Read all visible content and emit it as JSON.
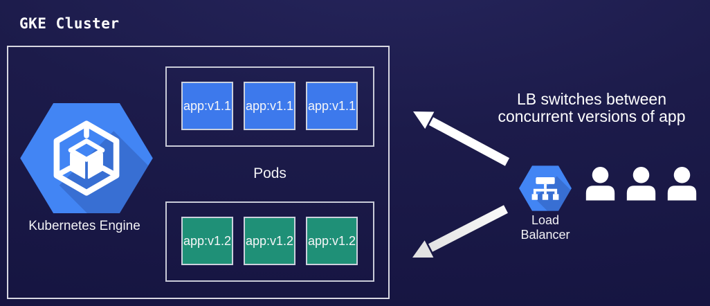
{
  "title": "GKE Cluster",
  "cluster": {
    "engine": {
      "label": "Kubernetes Engine",
      "icon": "gke-hexagon-cube-icon",
      "color": "#4285f4"
    },
    "pods_label": "Pods",
    "pod_groups": [
      {
        "version": "v1.1",
        "color": "#3d79ec",
        "pods": [
          "app:v1.1",
          "app:v1.1",
          "app:v1.1"
        ]
      },
      {
        "version": "v1.2",
        "color": "#1f9077",
        "pods": [
          "app:v1.2",
          "app:v1.2",
          "app:v1.2"
        ]
      }
    ]
  },
  "load_balancer": {
    "label": [
      "Load",
      "Balancer"
    ],
    "icon": "load-balancer-network-icon",
    "color": "#4285f4"
  },
  "annotation": [
    "LB switches between",
    "concurrent versions of app"
  ],
  "users": {
    "count": 3,
    "icon": "user-icon",
    "color": "#ffffff"
  },
  "arrows": [
    {
      "name": "lb-to-v1-pods-arrow",
      "direction": "up-left",
      "color": "#ffffff"
    },
    {
      "name": "lb-to-v2-pods-arrow",
      "direction": "down-left",
      "color": "#ececec"
    }
  ],
  "colors": {
    "background": "#1b1a46",
    "box_border": "#d8d8e2",
    "pod_blue": "#3d79ec",
    "pod_green": "#1f9077",
    "gcp_blue": "#4285f4"
  }
}
